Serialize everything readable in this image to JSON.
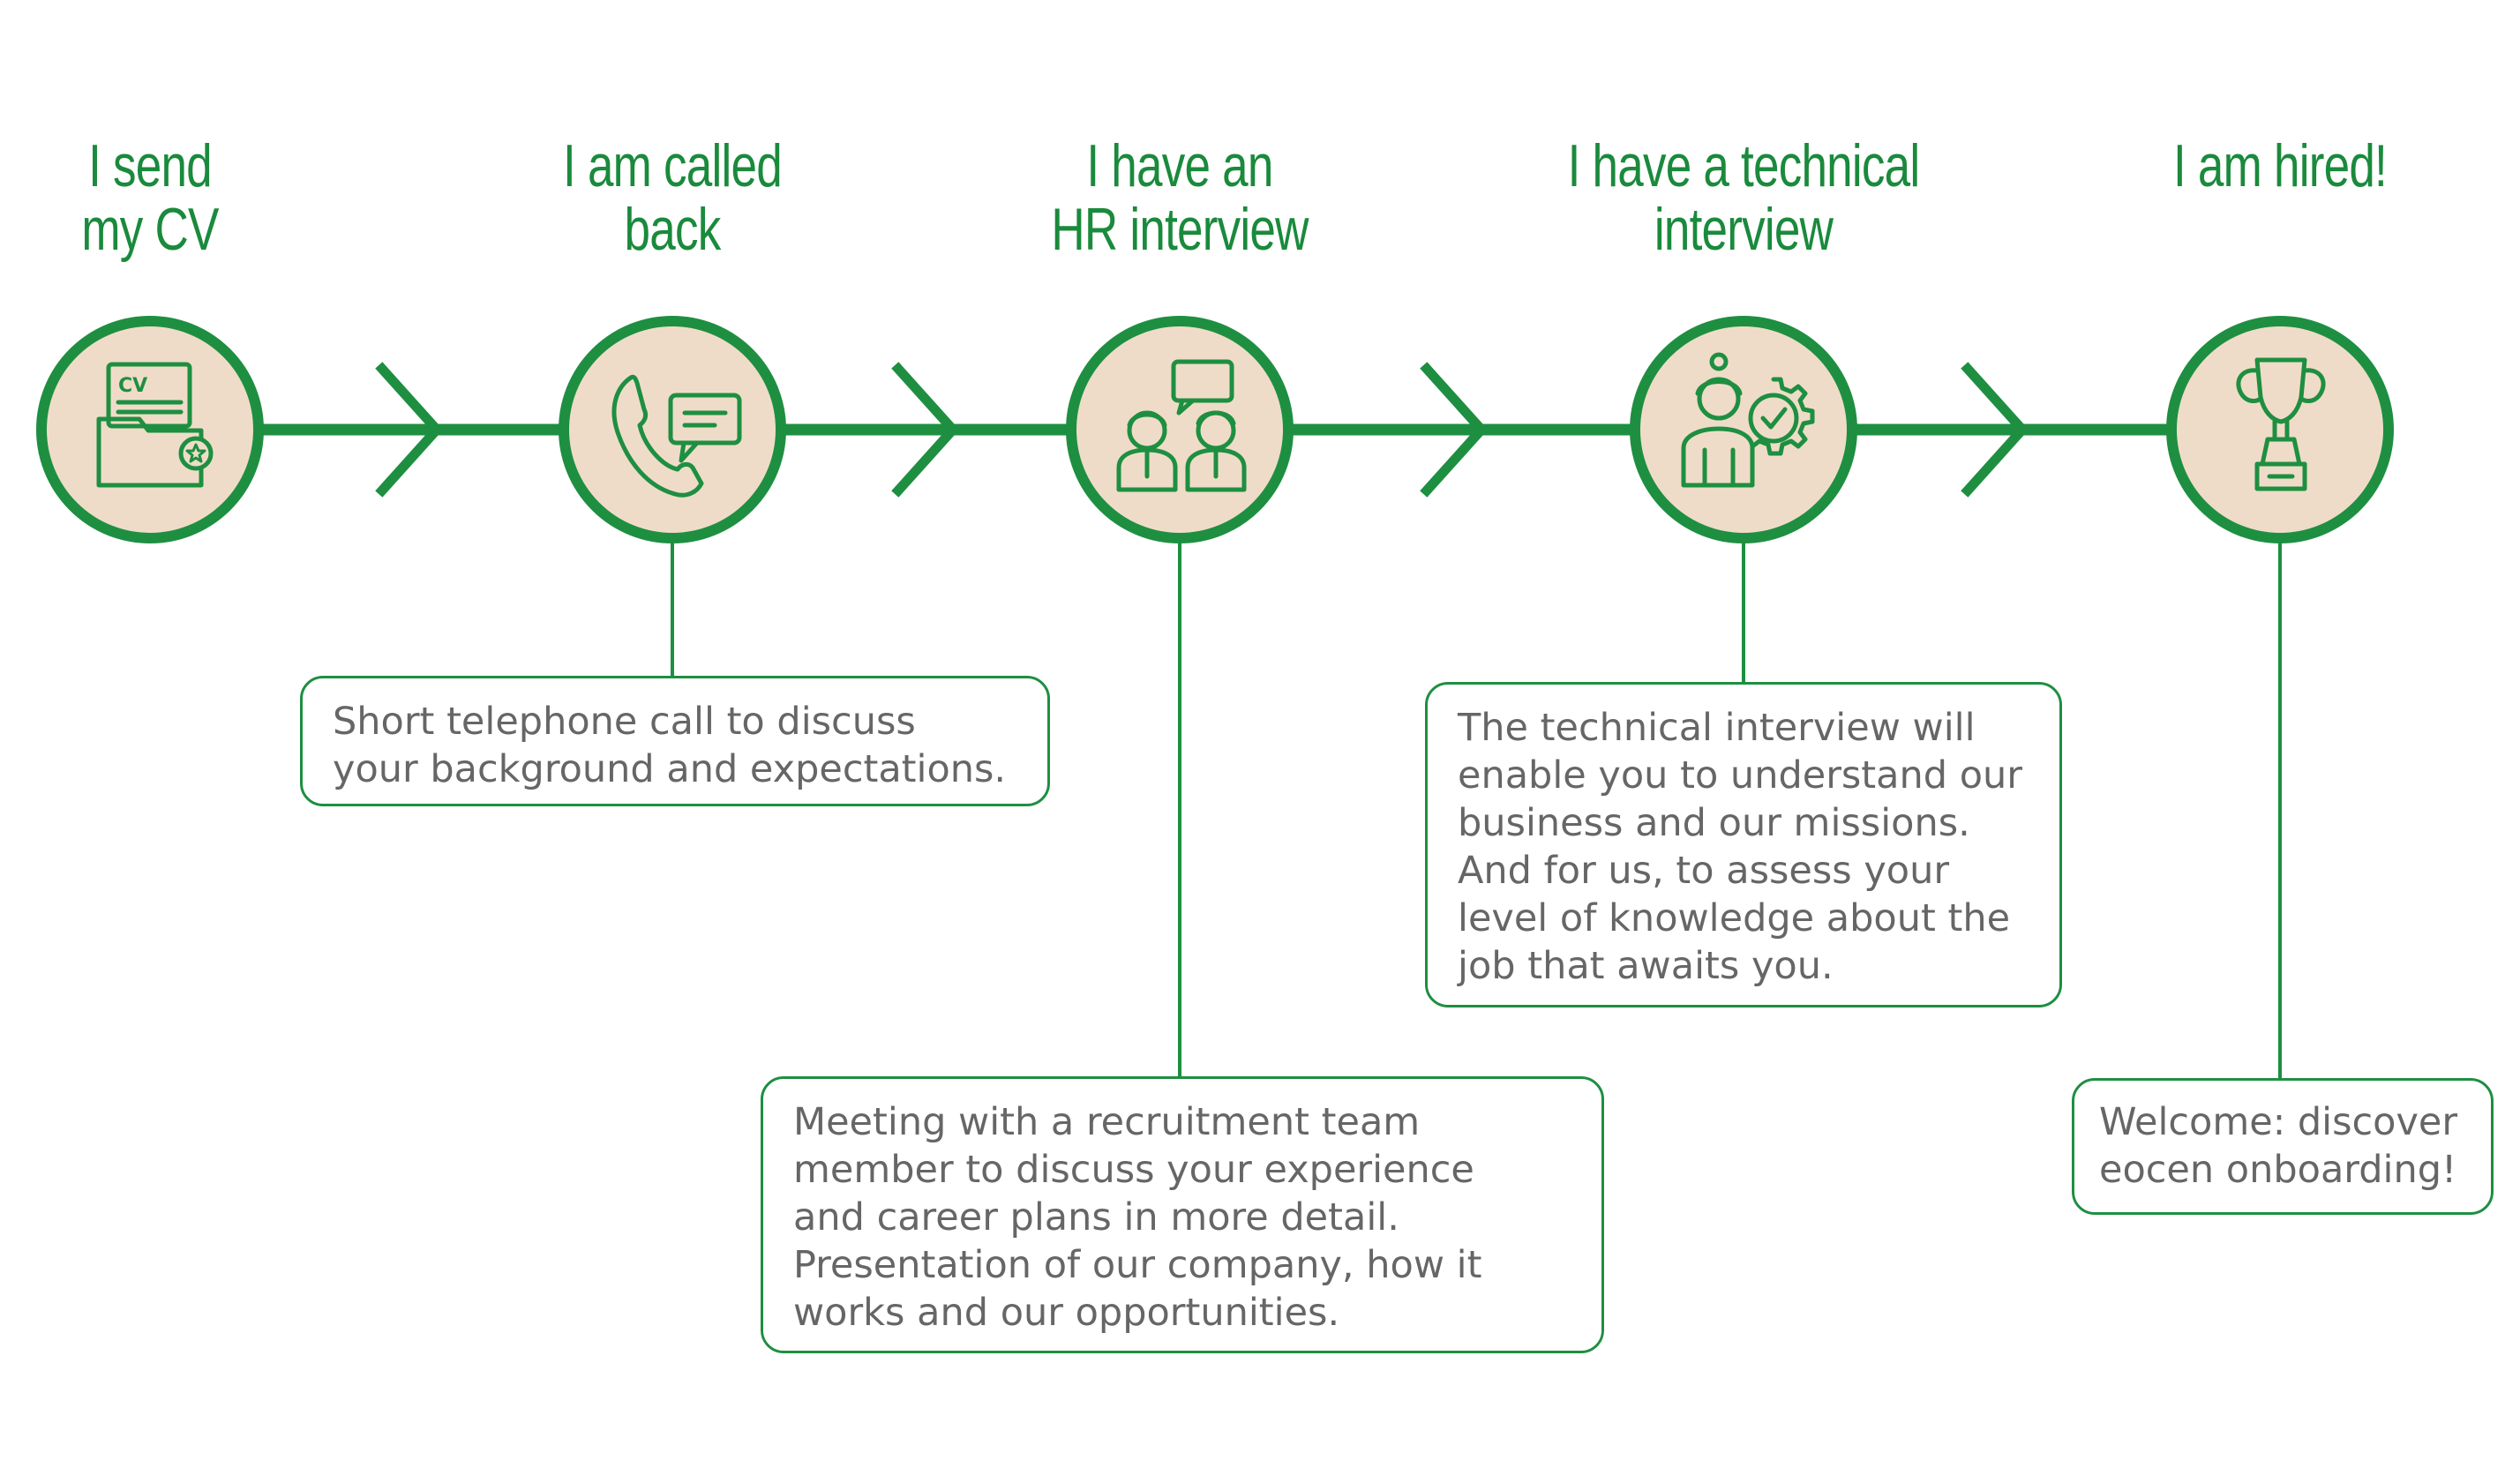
{
  "colors": {
    "accent": "#1e8f41",
    "title_green": "#1a8a3c",
    "circle_fill": "#efdcc8",
    "icon_stroke": "#1e8f41",
    "text_gray": "#666666"
  },
  "steps": [
    {
      "title": "I send\nmy CV",
      "icon": "cv-folder-icon",
      "description": ""
    },
    {
      "title": "I am called\nback",
      "icon": "phone-chat-icon",
      "description": "Short telephone call to discuss\nyour background and expectations."
    },
    {
      "title": "I have an\nHR interview",
      "icon": "hr-interview-icon",
      "description": "Meeting with a recruitment team\nmember to discuss your experience\nand career plans in more detail.\nPresentation of our company, how it\nworks and our opportunities."
    },
    {
      "title": "I have a technical\ninterview",
      "icon": "technical-interview-icon",
      "description": "The technical interview will\nenable you to understand our\nbusiness and our missions.\nAnd for us, to assess your\nlevel of knowledge about the\njob that awaits you."
    },
    {
      "title": "I am hired!",
      "icon": "trophy-icon",
      "description": "Welcome: discover\neocen onboarding!"
    }
  ]
}
